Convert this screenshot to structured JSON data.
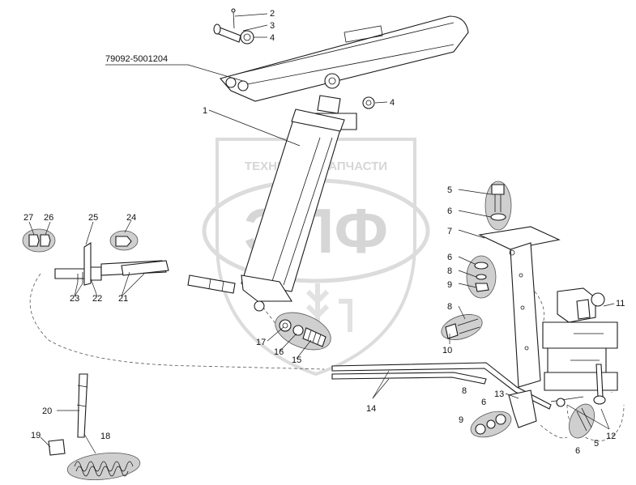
{
  "watermark": {
    "top_text": "ТЕХНИКА ▲ ЗАПЧАСТИ",
    "logo_text": "ЭПФ"
  },
  "assembly_code": "79092-5001204",
  "callouts": {
    "c1": "1",
    "c2": "2",
    "c3": "3",
    "c4a": "4",
    "c4b": "4",
    "c5a": "5",
    "c5b": "5",
    "c6a": "6",
    "c6b": "6",
    "c6c": "6",
    "c6d": "6",
    "c7": "7",
    "c8a": "8",
    "c8b": "8",
    "c8c": "8",
    "c9a": "9",
    "c9b": "9",
    "c10": "10",
    "c11": "11",
    "c12": "12",
    "c13": "13",
    "c14": "14",
    "c15": "15",
    "c16": "16",
    "c17": "17",
    "c18": "18",
    "c19": "19",
    "c20": "20",
    "c21": "21",
    "c22": "22",
    "c23": "23",
    "c24": "24",
    "c25": "25",
    "c26": "26",
    "c27": "27"
  }
}
